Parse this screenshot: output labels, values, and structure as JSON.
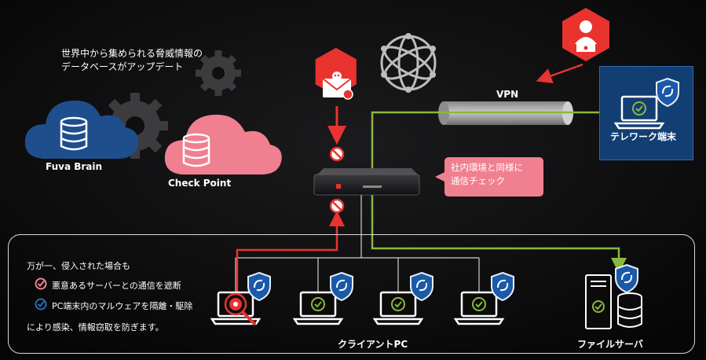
{
  "threat_db_caption": "世界中から集められる脅威情報の\nデータベースがアップデート",
  "clouds": {
    "fuva_label": "Fuva Brain",
    "checkpoint_label": "Check Point"
  },
  "vpn_label": "VPN",
  "telework_label": "テレワーク端末",
  "bubble_text": "社内環境と同様に\n通信チェック",
  "panel": {
    "intro": "万が一、侵入された場合も",
    "bullet_1": "悪意あるサーバーとの通信を遮断",
    "bullet_2": "PC端末内のマルウェアを隔離・駆除",
    "outro": "により感染、情報窃取を防ぎます。",
    "client_pc_label": "クライアントPC",
    "file_server_label": "ファイルサーバ"
  },
  "icons": [
    "gear-icon",
    "cloud-icon",
    "database-icon",
    "globe-icon",
    "hacker-icon",
    "mail-threat-icon",
    "block-icon",
    "shield-icon",
    "laptop-icon",
    "check-icon",
    "bug-icon",
    "magnifier-icon",
    "server-icon",
    "router-icon"
  ],
  "colors": {
    "background": "#0b0b0c",
    "brain_blue": "#1f4e8c",
    "checkpoint_pink": "#f08090",
    "threat_red": "#e8332f",
    "line_green": "#8ab83c",
    "shield_blue": "#1a5aa8",
    "panel_border": "#d9d9d9"
  }
}
